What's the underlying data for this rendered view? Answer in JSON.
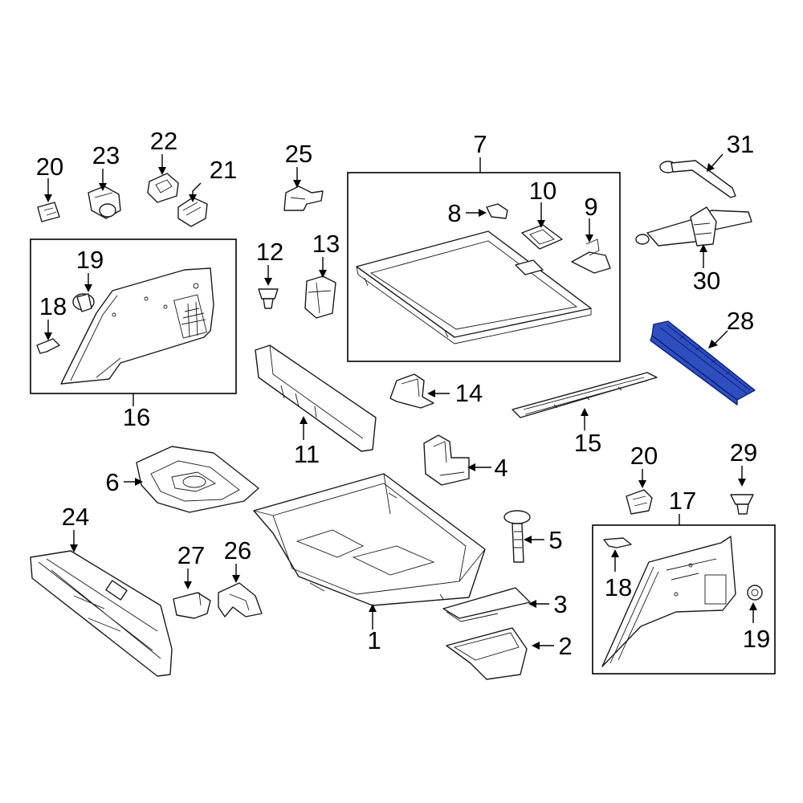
{
  "highlight_color": "#2f4fc0",
  "highlighted_part": "28",
  "callouts": {
    "c1": "1",
    "c2": "2",
    "c3": "3",
    "c4": "4",
    "c5": "5",
    "c6": "6",
    "c7": "7",
    "c8": "8",
    "c9": "9",
    "c10": "10",
    "c11": "11",
    "c12": "12",
    "c13": "13",
    "c14": "14",
    "c15": "15",
    "c16": "16",
    "c17": "17",
    "c18a": "18",
    "c18b": "18",
    "c19a": "19",
    "c19b": "19",
    "c20a": "20",
    "c20b": "20",
    "c21": "21",
    "c22": "22",
    "c23": "23",
    "c24": "24",
    "c25": "25",
    "c26": "26",
    "c27": "27",
    "c28": "28",
    "c29": "29",
    "c30": "30",
    "c31": "31"
  }
}
